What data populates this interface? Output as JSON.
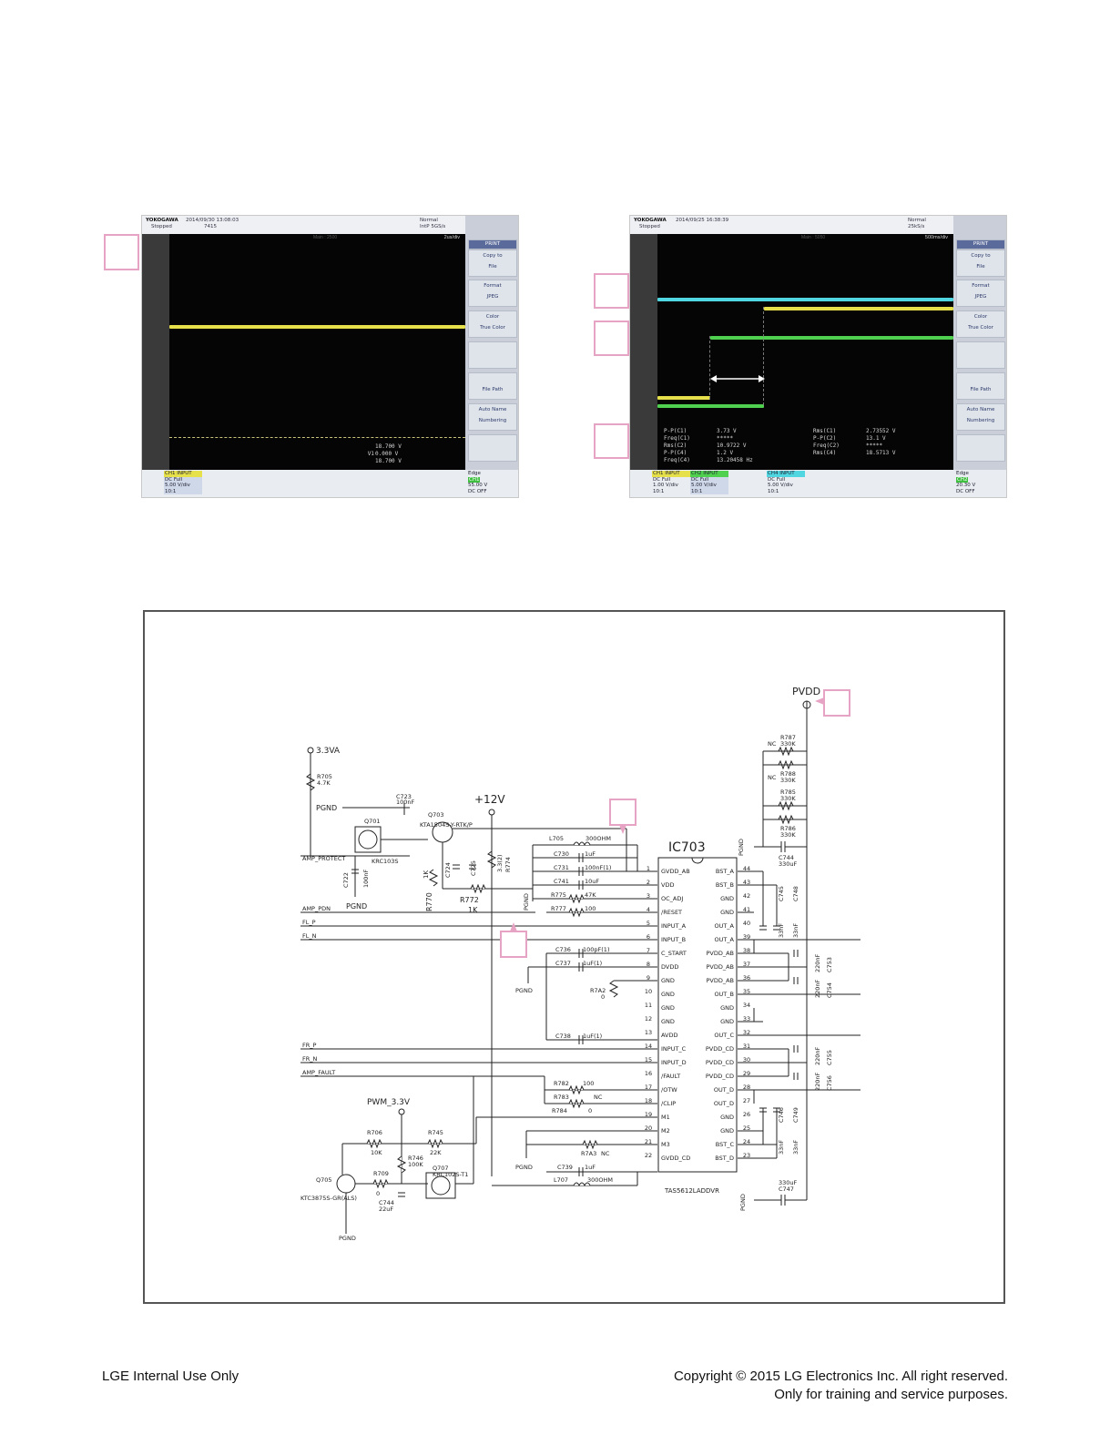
{
  "scope_left": {
    "brand": "YOKOGAWA",
    "timestamp": "2014/09/30 13:08:03",
    "status": "Stopped",
    "count": "7415",
    "trigger_mode": "Normal",
    "sample_rate": "IntP 5GS/s",
    "timebase": "2us/div",
    "center_label": "Main : 2500",
    "menu": [
      "PRINT",
      "Copy to",
      "File",
      "Format",
      "JPEG",
      "Color",
      "True Color",
      "File Path",
      "Auto Name",
      "Numbering"
    ],
    "cursor_v1": "V1",
    "cursor_v1_val": "18.700 V",
    "cursor_v2": "V2",
    "cursor_v2_val": "0.000 V",
    "cursor_dv": "∆V",
    "cursor_dv_val": "18.700 V",
    "ch1_title": "CH1 INPUT",
    "ch1_lines": [
      "DC Full",
      "5.00 V/div",
      "10:1"
    ],
    "edge_title": "Edge",
    "edge_ch": "CH1",
    "edge_level": "55.00 V",
    "edge_mode": "DC OFF"
  },
  "scope_right": {
    "brand": "YOKOGAWA",
    "timestamp": "2014/09/25 16:38:39",
    "status": "Stopped",
    "trigger_mode": "Normal",
    "sample_rate": "25kS/s",
    "timebase": "500ms/div",
    "center_label": "Main : 5050",
    "menu": [
      "PRINT",
      "Copy to",
      "File",
      "Format",
      "JPEG",
      "Color",
      "True Color",
      "File Path",
      "Auto Name",
      "Numbering"
    ],
    "meas_left": [
      "P-P(C1)",
      "Freq(C1)",
      "Rms(C2)",
      "P-P(C4)",
      "Freq(C4)"
    ],
    "meas_left_vals": [
      "3.73 V",
      "*****",
      "10.9722 V",
      "1.2 V",
      "13.20458 Hz"
    ],
    "meas_right": [
      "Rms(C1)",
      "P-P(C2)",
      "Freq(C2)",
      "Rms(C4)"
    ],
    "meas_right_vals": [
      "2.73552 V",
      "13.1 V",
      "*****",
      "18.5713 V"
    ],
    "ch1_title": "CH1 INPUT",
    "ch1_lines": [
      "DC Full",
      "1.00 V/div",
      "10:1"
    ],
    "ch2_title": "CH2 INPUT",
    "ch2_lines": [
      "DC Full",
      "5.00 V/div",
      "10:1"
    ],
    "ch4_title": "CH4 INPUT",
    "ch4_lines": [
      "DC Full",
      "5.00 V/div",
      "10:1"
    ],
    "edge_title": "Edge",
    "edge_ch": "CH2",
    "edge_level": "20.30 V",
    "edge_mode": "DC OFF"
  },
  "schematic": {
    "pvdd": "PVDD",
    "v33a": "3.3VA",
    "v12": "+12V",
    "pwm33": "PWM_3.3V",
    "ic_ref": "IC703",
    "ic_part": "TAS5612LADDVR",
    "pgnd": "PGND",
    "nc": "NC",
    "nets_in": [
      "AMP_PROTECT",
      "AMP_PDN",
      "FL_P",
      "FL_N",
      "FR_P",
      "FR_N",
      "AMP_FAULT"
    ],
    "ic_left_pins": [
      {
        "n": "1",
        "name": "GVDD_AB"
      },
      {
        "n": "2",
        "name": "VDD"
      },
      {
        "n": "3",
        "name": "OC_ADJ"
      },
      {
        "n": "4",
        "name": "/RESET"
      },
      {
        "n": "5",
        "name": "INPUT_A"
      },
      {
        "n": "6",
        "name": "INPUT_B"
      },
      {
        "n": "7",
        "name": "C_START"
      },
      {
        "n": "8",
        "name": "DVDD"
      },
      {
        "n": "9",
        "name": "GND"
      },
      {
        "n": "10",
        "name": "GND"
      },
      {
        "n": "11",
        "name": "GND"
      },
      {
        "n": "12",
        "name": "GND"
      },
      {
        "n": "13",
        "name": "AVDD"
      },
      {
        "n": "14",
        "name": "INPUT_C"
      },
      {
        "n": "15",
        "name": "INPUT_D"
      },
      {
        "n": "16",
        "name": "/FAULT"
      },
      {
        "n": "17",
        "name": "/OTW"
      },
      {
        "n": "18",
        "name": "/CLIP"
      },
      {
        "n": "19",
        "name": "M1"
      },
      {
        "n": "20",
        "name": "M2"
      },
      {
        "n": "21",
        "name": "M3"
      },
      {
        "n": "22",
        "name": "GVDD_CD"
      }
    ],
    "ic_right_pins": [
      {
        "n": "44",
        "name": "BST_A"
      },
      {
        "n": "43",
        "name": "BST_B"
      },
      {
        "n": "42",
        "name": "GND"
      },
      {
        "n": "41",
        "name": "GND"
      },
      {
        "n": "40",
        "name": "OUT_A"
      },
      {
        "n": "39",
        "name": "OUT_A"
      },
      {
        "n": "38",
        "name": "PVDD_AB"
      },
      {
        "n": "37",
        "name": "PVDD_AB"
      },
      {
        "n": "36",
        "name": "PVDD_AB"
      },
      {
        "n": "35",
        "name": "OUT_B"
      },
      {
        "n": "34",
        "name": "GND"
      },
      {
        "n": "33",
        "name": "GND"
      },
      {
        "n": "32",
        "name": "OUT_C"
      },
      {
        "n": "31",
        "name": "PVDD_CD"
      },
      {
        "n": "30",
        "name": "PVDD_CD"
      },
      {
        "n": "29",
        "name": "PVDD_CD"
      },
      {
        "n": "28",
        "name": "OUT_D"
      },
      {
        "n": "27",
        "name": "OUT_D"
      },
      {
        "n": "26",
        "name": "GND"
      },
      {
        "n": "25",
        "name": "GND"
      },
      {
        "n": "24",
        "name": "BST_C"
      },
      {
        "n": "23",
        "name": "BST_D"
      }
    ],
    "left_parts": [
      {
        "ref": "L705",
        "val": "300OHM"
      },
      {
        "ref": "C730",
        "val": "1uF"
      },
      {
        "ref": "C731",
        "val": "100nF(1)"
      },
      {
        "ref": "C741",
        "val": "10uF"
      },
      {
        "ref": "R775",
        "val": "47K"
      },
      {
        "ref": "R777",
        "val": "100"
      },
      {
        "ref": "C736",
        "val": "100pF(1)"
      },
      {
        "ref": "C737",
        "val": "1uF(1)"
      },
      {
        "ref": "R7A2",
        "val": "0"
      },
      {
        "ref": "C738",
        "val": "1uF(1)"
      },
      {
        "ref": "R782",
        "val": "100"
      },
      {
        "ref": "R783",
        "val": "NC"
      },
      {
        "ref": "R784",
        "val": "0"
      },
      {
        "ref": "R7A3",
        "val": "NC"
      },
      {
        "ref": "C739",
        "val": "1uF"
      },
      {
        "ref": "L707",
        "val": "300OHM"
      }
    ],
    "misc_parts": {
      "r705": "R705",
      "r705v": "4.7K",
      "c723": "C723",
      "c723v": "100nF",
      "q701": "Q701",
      "q701p": "KRC103S",
      "c722": "C722",
      "c722v": "100nF",
      "q703": "Q703",
      "q703p": "KTA1504S-Y-RTK/P",
      "r770": "R770",
      "r770v": "1K",
      "r772": "R772",
      "r772v": "1K",
      "c724": "C724",
      "c725": "C725",
      "r774": "R774",
      "r774v": "3.3(2)",
      "r706": "R706",
      "r706v": "10K",
      "r745": "R745",
      "r745v": "22K",
      "r746": "R746",
      "r746v": "100K",
      "r709": "R709",
      "r709v": "0",
      "q707": "Q707",
      "q707p": "KRC102S-T1",
      "q705": "Q705",
      "q705p": "KTC3875S-GR(ALS)",
      "c744b": "C744",
      "c744bv": "22uF"
    },
    "right_parts": [
      {
        "ref": "R787",
        "val": "330K"
      },
      {
        "ref": "R788",
        "val": "330K"
      },
      {
        "ref": "R785",
        "val": "330K"
      },
      {
        "ref": "R786",
        "val": "330K"
      },
      {
        "ref": "C744",
        "val": "330uF"
      },
      {
        "ref": "C745",
        "val": "33nF"
      },
      {
        "ref": "C748",
        "val": "33nF"
      },
      {
        "ref": "C753",
        "val": "220nF"
      },
      {
        "ref": "C754",
        "val": "220nF"
      },
      {
        "ref": "C755",
        "val": "220nF"
      },
      {
        "ref": "C756",
        "val": "220nF"
      },
      {
        "ref": "C746",
        "val": "33nF"
      },
      {
        "ref": "C749",
        "val": "33nF"
      },
      {
        "ref": "C747",
        "val": "330uF"
      }
    ]
  },
  "footer": {
    "left": "LGE Internal Use Only",
    "right1": "Copyright © 2015 LG Electronics Inc. All right reserved.",
    "right2": "Only for training and service purposes."
  },
  "colors": {
    "ch1": "#e6e14a",
    "ch2": "#4fd14f",
    "ch4": "#4fd6e0",
    "callout": "#e6a3c4"
  }
}
